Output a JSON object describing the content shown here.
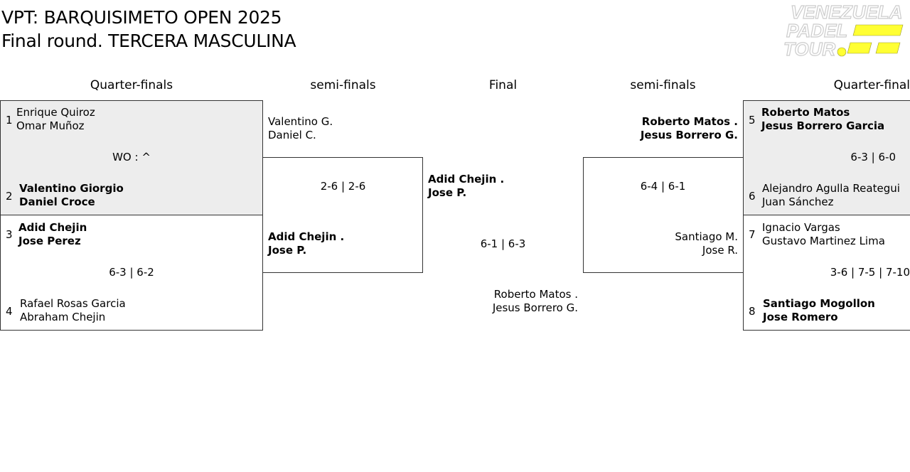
{
  "header": {
    "title_line1": "VPT: BARQUISIMETO OPEN 2025",
    "title_line2": "Final round. TERCERA MASCULINA"
  },
  "logo": {
    "line1": "VENEZUELA",
    "line2": "PADEL",
    "line3": "TOUR",
    "accent_color": "#ffff33"
  },
  "rounds": {
    "left_qf": "Quarter-finals",
    "left_sf": "semi-finals",
    "final": "Final",
    "right_sf": "semi-finals",
    "right_qf": "Quarter-final"
  },
  "left_qf": {
    "match1": {
      "seed_a": "1",
      "team_a": [
        "Enrique Quiroz",
        "Omar Muñoz"
      ],
      "score": "WO : ^",
      "seed_b": "2",
      "team_b": [
        "Valentino Giorgio",
        "Daniel Croce"
      ]
    },
    "match2": {
      "seed_a": "3",
      "team_a": [
        "Adid Chejin",
        "Jose Perez"
      ],
      "score": "6-3 | 6-2",
      "seed_b": "4",
      "team_b": [
        "Rafael Rosas Garcia",
        "Abraham Chejin"
      ]
    }
  },
  "left_sf": {
    "team_a": [
      "Valentino G.",
      "Daniel C."
    ],
    "score": "2-6 | 2-6",
    "team_b": [
      "Adid Chejin .",
      "Jose P."
    ]
  },
  "final": {
    "team_a": [
      "Adid Chejin .",
      "Jose P."
    ],
    "score": "6-1 | 6-3",
    "team_b": [
      "Roberto Matos .",
      "Jesus Borrero G."
    ]
  },
  "right_sf": {
    "team_a": [
      "Roberto Matos .",
      "Jesus Borrero G."
    ],
    "score": "6-4 | 6-1",
    "team_b": [
      "Santiago M.",
      "Jose R."
    ]
  },
  "right_qf": {
    "match1": {
      "seed_a": "5",
      "team_a": [
        "Roberto Matos",
        "Jesus Borrero Garcia"
      ],
      "score": "6-3 | 6-0",
      "seed_b": "6",
      "team_b": [
        "Alejandro Agulla Reategui",
        "Juan Sánchez"
      ]
    },
    "match2": {
      "seed_a": "7",
      "team_a": [
        "Ignacio Vargas",
        "Gustavo Martinez Lima"
      ],
      "score": "3-6 | 7-5 | 7-10",
      "seed_b": "8",
      "team_b": [
        "Santiago Mogollon",
        "Jose Romero"
      ]
    }
  }
}
